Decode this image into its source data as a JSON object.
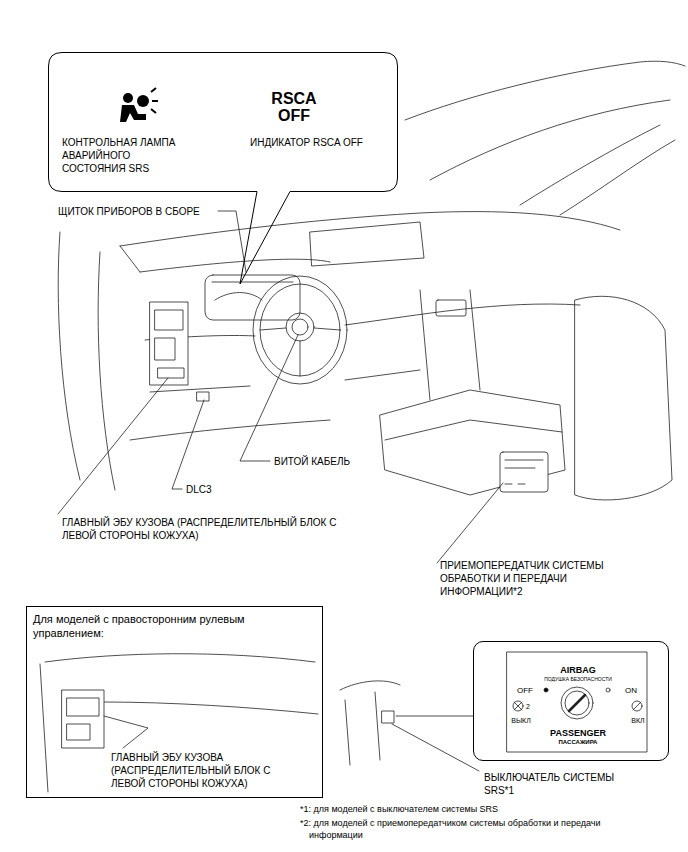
{
  "diagram": {
    "nodes": [
      {
        "text": [
          "КОНТРОЛЬНАЯ ЛАМПА АВАРИЙНОГО СОСТОЯНИЯ SRS",
          "RSCA OFF",
          "ИНДИКАТОР RSCA OFF"
        ]
      },
      {
        "text": [
          "Для моделей с правосторонним рулевым управлением:",
          "ГЛАВНЫЙ ЭБУ КУЗОВА (РАСПРЕДЕЛИТЕЛЬНЫЙ БЛОК С ЛЕВОЙ СТОРОНЫ КОЖУХА)"
        ]
      },
      {
        "text": [
          "AIRBAG",
          "ПОДУШКА БЕЗОПАСНОСТИ",
          "OFF",
          "ON",
          "2",
          "ВЫКЛ",
          "ВКЛ",
          "PASSENGER",
          "ПАССАЖИРА"
        ]
      }
    ],
    "labels": [
      "ЩИТОК ПРИБОРОВ В СБОРЕ",
      "DLC3",
      "ВИТОЙ КАБЕЛЬ",
      "ГЛАВНЫЙ ЭБУ КУЗОВА (РАСПРЕДЕЛИТЕЛЬНЫЙ БЛОК С ЛЕВОЙ СТОРОНЫ КОЖУХА)",
      "ПРИЕМОПЕРЕДАТЧИК СИСТЕМЫ ОБРАБОТКИ И ПЕРЕДАЧИ ИНФОРМАЦИИ*2",
      "ВЫКЛЮЧАТЕЛЬ СИСТЕМЫ SRS*1",
      "*1: для моделей с выключателем системы SRS",
      "*2: для моделей с приемопередатчиком системы обработки и передачи информации"
    ]
  }
}
